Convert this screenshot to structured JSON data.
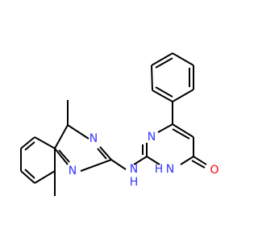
{
  "atoms": [
    {
      "id": "n1",
      "label": "N",
      "element": "N"
    },
    {
      "id": "n2",
      "label": "N",
      "element": "N"
    },
    {
      "id": "n3",
      "label": "N",
      "element": "N"
    },
    {
      "id": "n4",
      "label": "N",
      "element": "N"
    },
    {
      "id": "o1",
      "label": "O",
      "element": "O"
    },
    {
      "id": "h_amine",
      "label": "H",
      "element": "H"
    },
    {
      "id": "h_ring",
      "label": "H",
      "element": "H"
    }
  ],
  "colors": {
    "bond": "#000000",
    "nitrogen": "#3333ff",
    "oxygen": "#ff0000",
    "background": "#ffffff"
  }
}
